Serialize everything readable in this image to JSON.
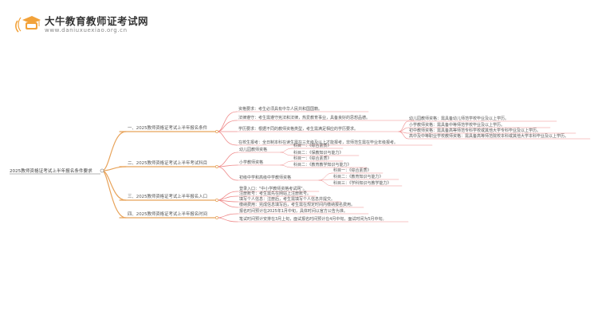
{
  "brand": {
    "title": "大牛教育教师证考试网",
    "url": "www.daniuxuexiao.org.cn"
  },
  "colors": {
    "branch": "#e8a35a",
    "leaf": "#ef8a8a",
    "root": "#9a9a9a",
    "icon": "#f2a23a"
  },
  "root": "2025教师资格证考试上半年报名条件要求",
  "sections": [
    "一、2025教师资格证考试上半年报名条件",
    "二、2025教师资格证考试上半年考试科目",
    "三、2025教师资格证考试上半年报名入口",
    "四、2025教师资格证考试上半年报名时间"
  ],
  "s1": {
    "items": [
      "资格要求：考生必须具有中华人民共和国国籍。",
      "法律遵守：考生需遵守宪法和法律，热爱教育事业，具备良好的思想品德。",
      "学历要求：根据不同的教师资格类型，考生需满足相应的学历要求。",
      "在校生报考：全日制本科在读生需在三年级及以上才能报考，非师范生需在毕业年级报考。"
    ],
    "degree": [
      "幼儿园教师资格：需具备幼儿师范学校毕业及以上学历。",
      "小学教师资格：需具备中等师范学校毕业及以上学历。",
      "初中教师资格：需具备高等师范专科学校或其他大学专科毕业及以上学历。",
      "高中及中等职业学校教师资格：需具备高等师范院校本科或其他大学本科毕业及以上学历。"
    ]
  },
  "s2": {
    "groups": [
      "幼儿园教师资格",
      "小学教师资格",
      "初级中学和高级中学教师资格"
    ],
    "k": [
      "科目一：《综合素质》",
      "科目二：《保教知识与能力》",
      "科目一：《综合素质》",
      "科目二：《教育教学知识与能力》",
      "科目一：《综合素质》",
      "科目二：《教育知识与能力》",
      "科目三：《学科知识与教学能力》"
    ]
  },
  "s3": {
    "items": [
      "登录入口：\"中小学教师资格考试网\"。",
      "注册账号：考生需先在网站上注册账号。",
      "填写个人信息：注册后，考生需填写个人信息并提交。",
      "缴纳费用：完成信息填写后，考生需在规定时间内缴纳报名费用。"
    ]
  },
  "s4": {
    "items": [
      "报名时间预计在2025年1月中旬，具体时间以官方公告为准。",
      "笔试时间预计安排在3月上旬，面试报名时间预计在4月中旬，面试时间为5月中旬。"
    ]
  }
}
